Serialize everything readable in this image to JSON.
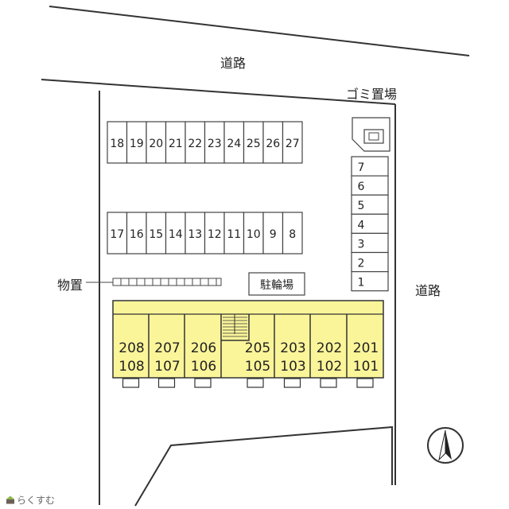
{
  "labels": {
    "road_top": "道路",
    "road_right": "道路",
    "garbage": "ゴミ置場",
    "storage": "物置",
    "bicycle_parking": "駐輪場"
  },
  "parking": {
    "top_row": [
      "18",
      "19",
      "20",
      "21",
      "22",
      "23",
      "24",
      "25",
      "26",
      "27"
    ],
    "bottom_row": [
      "17",
      "16",
      "15",
      "14",
      "13",
      "12",
      "11",
      "10",
      "9",
      "8"
    ],
    "right_column": [
      "7",
      "6",
      "5",
      "4",
      "3",
      "2",
      "1"
    ]
  },
  "building": {
    "color": "#fbf59a",
    "units": [
      {
        "upper": "208",
        "lower": "108"
      },
      {
        "upper": "207",
        "lower": "107"
      },
      {
        "upper": "206",
        "lower": "106"
      },
      {
        "upper": "205",
        "lower": "105"
      },
      {
        "upper": "203",
        "lower": "103"
      },
      {
        "upper": "202",
        "lower": "102"
      },
      {
        "upper": "201",
        "lower": "101"
      }
    ]
  },
  "brand": "らくすむ"
}
